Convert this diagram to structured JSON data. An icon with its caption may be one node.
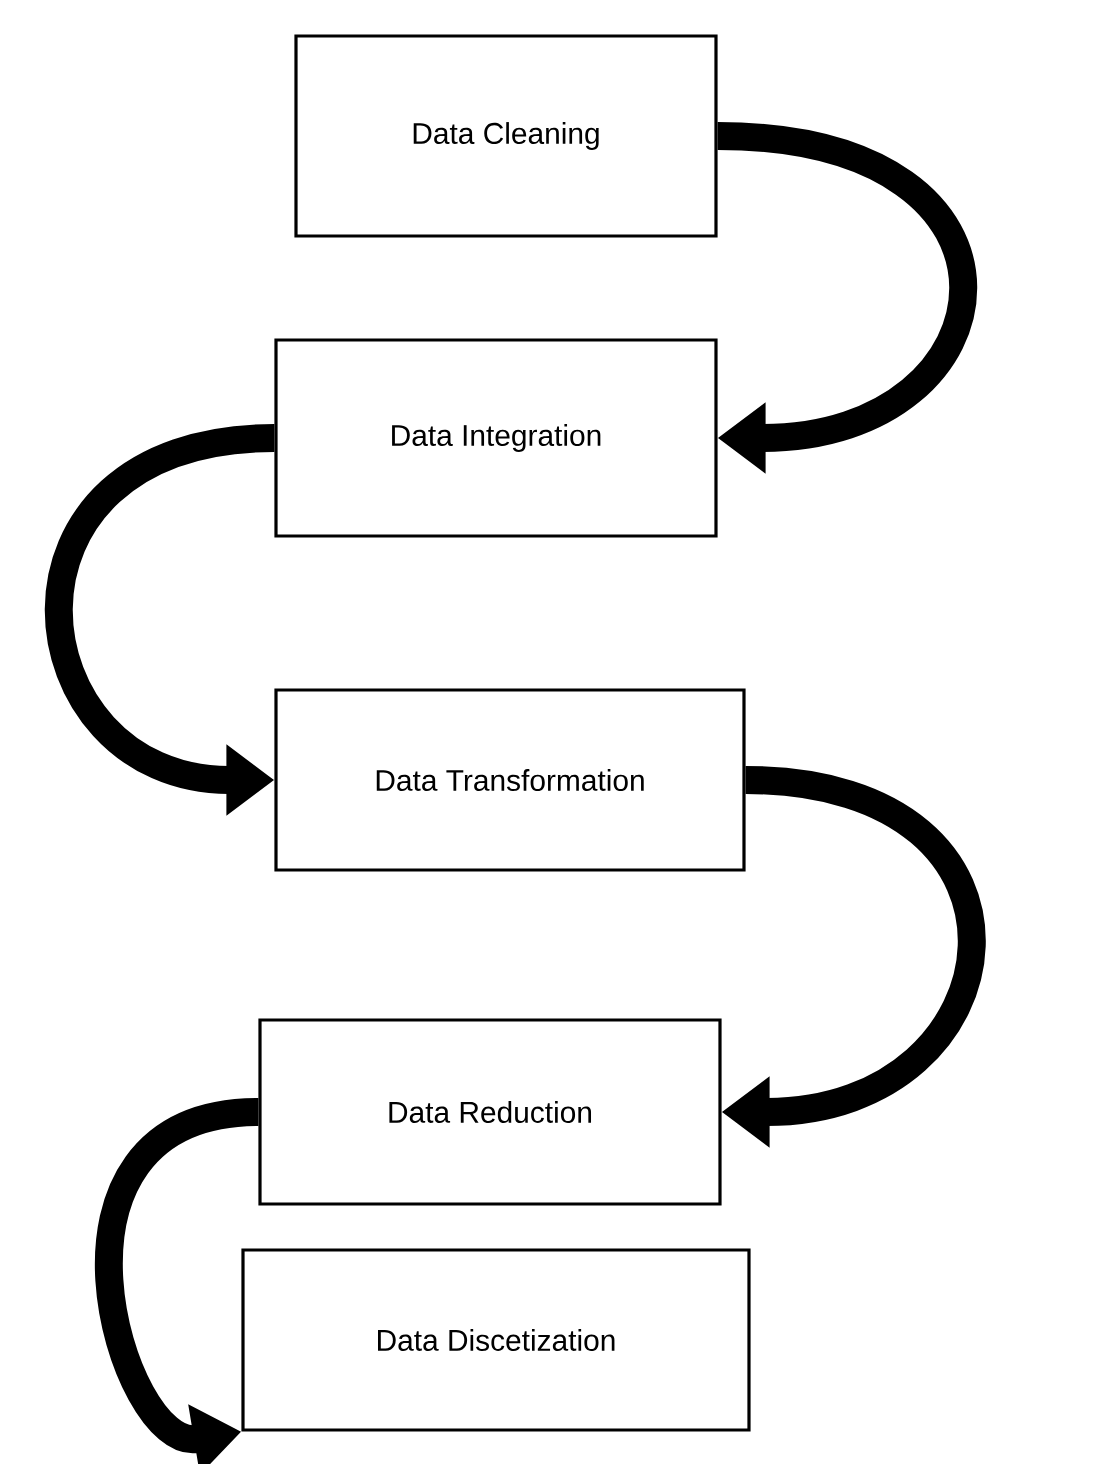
{
  "diagram": {
    "nodes": [
      {
        "text": [
          "Data Cleaning"
        ]
      },
      {
        "text": [
          "Data Integration"
        ]
      },
      {
        "text": [
          "Data Transformation"
        ]
      },
      {
        "text": [
          "Data Reduction"
        ]
      },
      {
        "text": [
          "Data Discetization"
        ]
      }
    ],
    "edges": [
      {
        "from": 0,
        "to": 1,
        "arrow": "to"
      },
      {
        "from": 1,
        "to": 2,
        "arrow": "to"
      },
      {
        "from": 2,
        "to": 3,
        "arrow": "to"
      },
      {
        "from": 3,
        "to": 4,
        "arrow": "to"
      }
    ]
  }
}
